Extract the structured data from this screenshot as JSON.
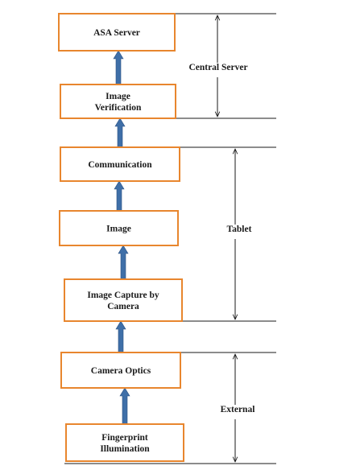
{
  "diagram": {
    "boxes": [
      {
        "id": "asa-server",
        "lines": [
          "ASA Server"
        ]
      },
      {
        "id": "image-verification",
        "lines": [
          "Image",
          "Verification"
        ]
      },
      {
        "id": "communication",
        "lines": [
          "Communication"
        ]
      },
      {
        "id": "image",
        "lines": [
          "Image"
        ]
      },
      {
        "id": "image-capture-by-camera",
        "lines": [
          "Image Capture by",
          "Camera"
        ]
      },
      {
        "id": "camera-optics",
        "lines": [
          "Camera Optics"
        ]
      },
      {
        "id": "fingerprint-illumination",
        "lines": [
          "Fingerprint",
          "Illumination"
        ]
      }
    ],
    "arrows": [
      {
        "from": "image-verification",
        "to": "asa-server"
      },
      {
        "from": "communication",
        "to": "image-verification"
      },
      {
        "from": "image",
        "to": "communication"
      },
      {
        "from": "image-capture-by-camera",
        "to": "image"
      },
      {
        "from": "camera-optics",
        "to": "image-capture-by-camera"
      },
      {
        "from": "fingerprint-illumination",
        "to": "camera-optics"
      }
    ],
    "groups": [
      {
        "id": "central-server",
        "label": "Central Server",
        "spans": [
          "asa-server",
          "image-verification"
        ]
      },
      {
        "id": "tablet",
        "label": "Tablet",
        "spans": [
          "communication",
          "image-capture-by-camera"
        ]
      },
      {
        "id": "external",
        "label": "External",
        "spans": [
          "camera-optics",
          "fingerprint-illumination"
        ]
      }
    ],
    "colors": {
      "box_border": "#E8862E",
      "arrow": "#3F6FA8",
      "line": "#1a1a1a",
      "text": "#1a1a1a"
    }
  }
}
